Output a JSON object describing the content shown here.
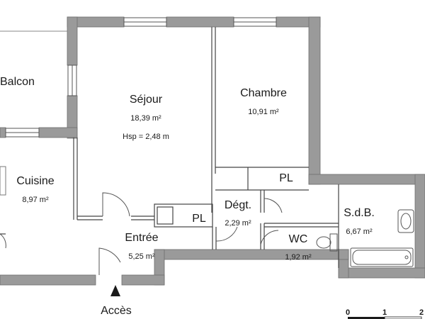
{
  "rooms": {
    "balcon": {
      "name": "Balcon"
    },
    "sejour": {
      "name": "Séjour",
      "area": "18,39 m²",
      "ceiling": "Hsp = 2,48 m"
    },
    "chambre": {
      "name": "Chambre",
      "area": "10,91 m²"
    },
    "cuisine": {
      "name": "Cuisine",
      "area": "8,97 m²"
    },
    "degt": {
      "name": "Dégt.",
      "area": "2,29 m²"
    },
    "entree": {
      "name": "Entrée",
      "area": "5,25 m²"
    },
    "wc": {
      "name": "WC",
      "area": "1,92 m²"
    },
    "sdb": {
      "name": "S.d.B.",
      "area": "6,67 m²"
    }
  },
  "closets": {
    "pl_1": "PL",
    "pl_2": "PL"
  },
  "access": {
    "label": "Accès"
  },
  "scale_bar": {
    "ticks": [
      "0",
      "1",
      "2"
    ]
  },
  "colors": {
    "wall": "#9a9a9a",
    "wall_edge": "#6e6e6e",
    "line": "#444444"
  }
}
